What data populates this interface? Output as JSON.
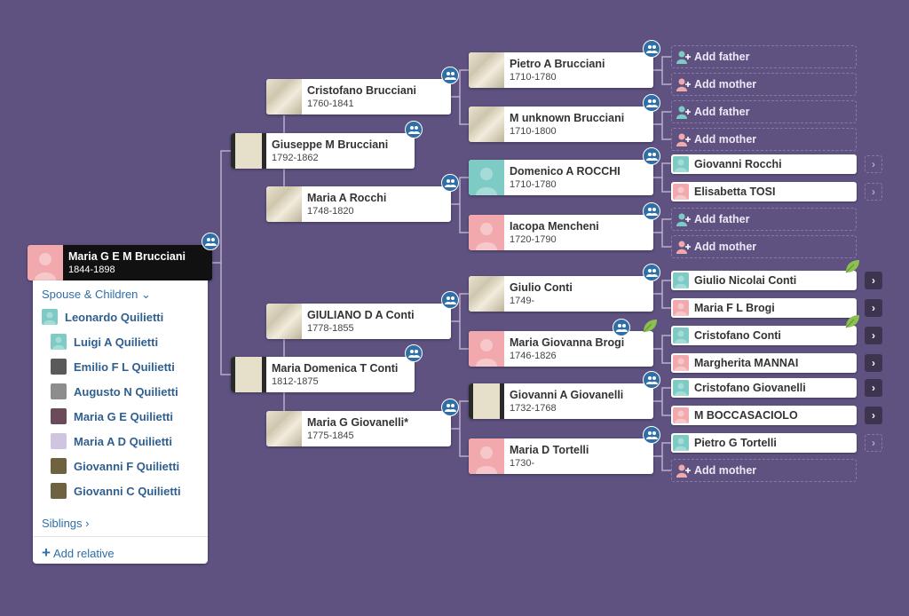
{
  "root": {
    "name": "Maria G E M Brucciani",
    "dates": "1844-1898"
  },
  "gen1": [
    {
      "name": "Giuseppe M Brucciani",
      "dates": "1792-1862"
    },
    {
      "name": "Maria Domenica T Conti",
      "dates": "1812-1875"
    }
  ],
  "gen2": [
    {
      "name": "Cristofano Brucciani",
      "dates": "1760-1841"
    },
    {
      "name": "Maria A Rocchi",
      "dates": "1748-1820"
    },
    {
      "name": "GIULIANO D A Conti",
      "dates": "1778-1855"
    },
    {
      "name": "Maria G Giovanelli*",
      "dates": "1775-1845"
    }
  ],
  "gen3": [
    {
      "name": "Pietro A Brucciani",
      "dates": "1710-1780"
    },
    {
      "name": "M unknown Brucciani",
      "dates": "1710-1800"
    },
    {
      "name": "Domenico A ROCCHI",
      "dates": "1710-1780"
    },
    {
      "name": "Iacopa Mencheni",
      "dates": "1720-1790"
    },
    {
      "name": "Giulio Conti",
      "dates": "1749-"
    },
    {
      "name": "Maria Giovanna Brogi",
      "dates": "1746-1826"
    },
    {
      "name": "Giovanni A Giovanelli",
      "dates": "1732-1768"
    },
    {
      "name": "Maria D Tortelli",
      "dates": "1730-"
    }
  ],
  "gen4": [
    {
      "kind": "add",
      "label": "Add father"
    },
    {
      "kind": "add",
      "label": "Add mother"
    },
    {
      "kind": "add",
      "label": "Add father"
    },
    {
      "kind": "add",
      "label": "Add mother"
    },
    {
      "kind": "person",
      "name": "Giovanni Rocchi"
    },
    {
      "kind": "person",
      "name": "Elisabetta TOSI"
    },
    {
      "kind": "add",
      "label": "Add father"
    },
    {
      "kind": "add",
      "label": "Add mother"
    },
    {
      "kind": "person",
      "name": "Giulio Nicolai Conti"
    },
    {
      "kind": "person",
      "name": "Maria F L Brogi"
    },
    {
      "kind": "person",
      "name": "Cristofano Conti"
    },
    {
      "kind": "person",
      "name": "Margherita MANNAI"
    },
    {
      "kind": "person",
      "name": "Cristofano Giovanelli"
    },
    {
      "kind": "person",
      "name": "M BOCCASACIOLO"
    },
    {
      "kind": "person",
      "name": "Pietro G Tortelli"
    },
    {
      "kind": "add",
      "label": "Add mother"
    }
  ],
  "panel": {
    "spouse_header": "Spouse & Children",
    "spouse": "Leonardo Quilietti",
    "children": [
      "Luigi A Quilietti",
      "Emilio F L Quilietti",
      "Augusto N Quilietti",
      "Maria G E Quilietti",
      "Maria A D Quilietti",
      "Giovanni F Quilietti",
      "Giovanni C Quilietti"
    ],
    "siblings_label": "Siblings",
    "add_relative_label": "Add relative"
  },
  "colors": {
    "background": "#5f5281",
    "male": "#7ecac4",
    "female": "#f2a9ae",
    "family_icon": "#2f6ea6",
    "link": "#2f6ea6"
  }
}
